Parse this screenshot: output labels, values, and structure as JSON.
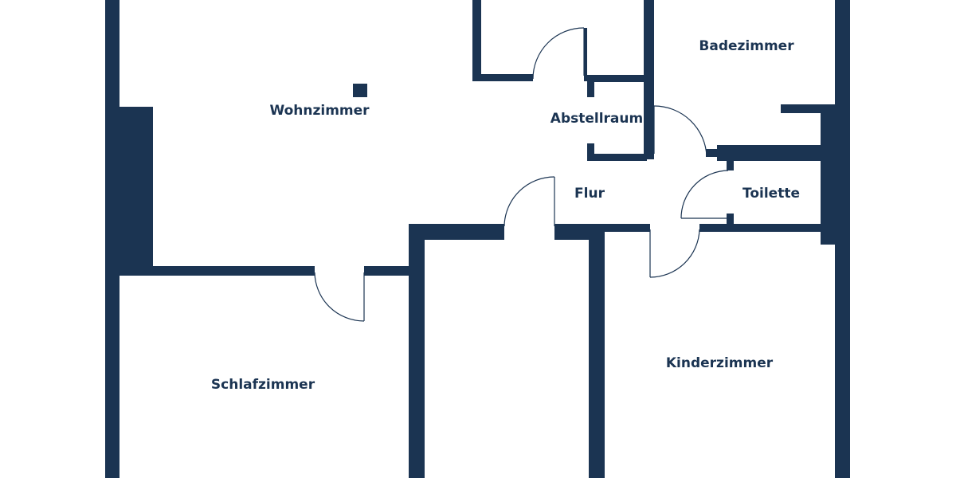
{
  "floorplan": {
    "colors": {
      "wall": "#1b3452",
      "background": "#ffffff"
    },
    "rooms": {
      "wohnzimmer": "Wohnzimmer",
      "abstellraum": "Abstellraum",
      "badezimmer": "Badezimmer",
      "flur": "Flur",
      "toilette": "Toilette",
      "schlafzimmer": "Schlafzimmer",
      "kinderzimmer": "Kinderzimmer"
    }
  }
}
